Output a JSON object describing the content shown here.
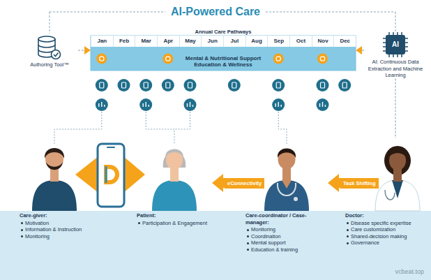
{
  "diagram": {
    "title": "AI-Powered Care",
    "nodes": [
      {
        "text": [
          "Authoring Tool™"
        ]
      },
      {
        "text": [
          "Annual Care Pathways"
        ]
      },
      {
        "text": [
          "Mental & Nutritional Support Education & Wellness"
        ],
        "in": 1
      },
      {
        "text": [
          "AI",
          "AI: Continuous Data Extraction and Machine Learning"
        ]
      },
      {
        "text": [
          "Care-giver:",
          "Motivation",
          "Information & Instruction",
          "Monitoring"
        ]
      },
      {
        "text": [
          "Patient:",
          "Participation & Engagement"
        ]
      },
      {
        "text": [
          "Care-coordinator / Case-manager:",
          "Monitoring",
          "Coordination",
          "Mental support",
          "Education & training"
        ]
      },
      {
        "text": [
          "Doctor:",
          "Disease specific expertise",
          "Care customization",
          "Shared-decision making",
          "Governance"
        ]
      }
    ],
    "edges": [
      {
        "from": 0,
        "to": 1,
        "arrow": "to"
      },
      {
        "from": 3,
        "to": 1,
        "arrow": "to"
      },
      {
        "from": 3,
        "to": 7,
        "arrow": "none"
      },
      {
        "from": 6,
        "to": 5,
        "label": "eConnectivity",
        "arrow": "to"
      },
      {
        "from": 7,
        "to": 6,
        "label": "Task Shifting",
        "arrow": "to"
      }
    ],
    "labels": [
      "Jan",
      "Feb",
      "Mar",
      "Apr",
      "May",
      "Jun",
      "Jul",
      "Aug",
      "Sep",
      "Oct",
      "Nov",
      "Dec",
      "vcbeat.top"
    ]
  }
}
